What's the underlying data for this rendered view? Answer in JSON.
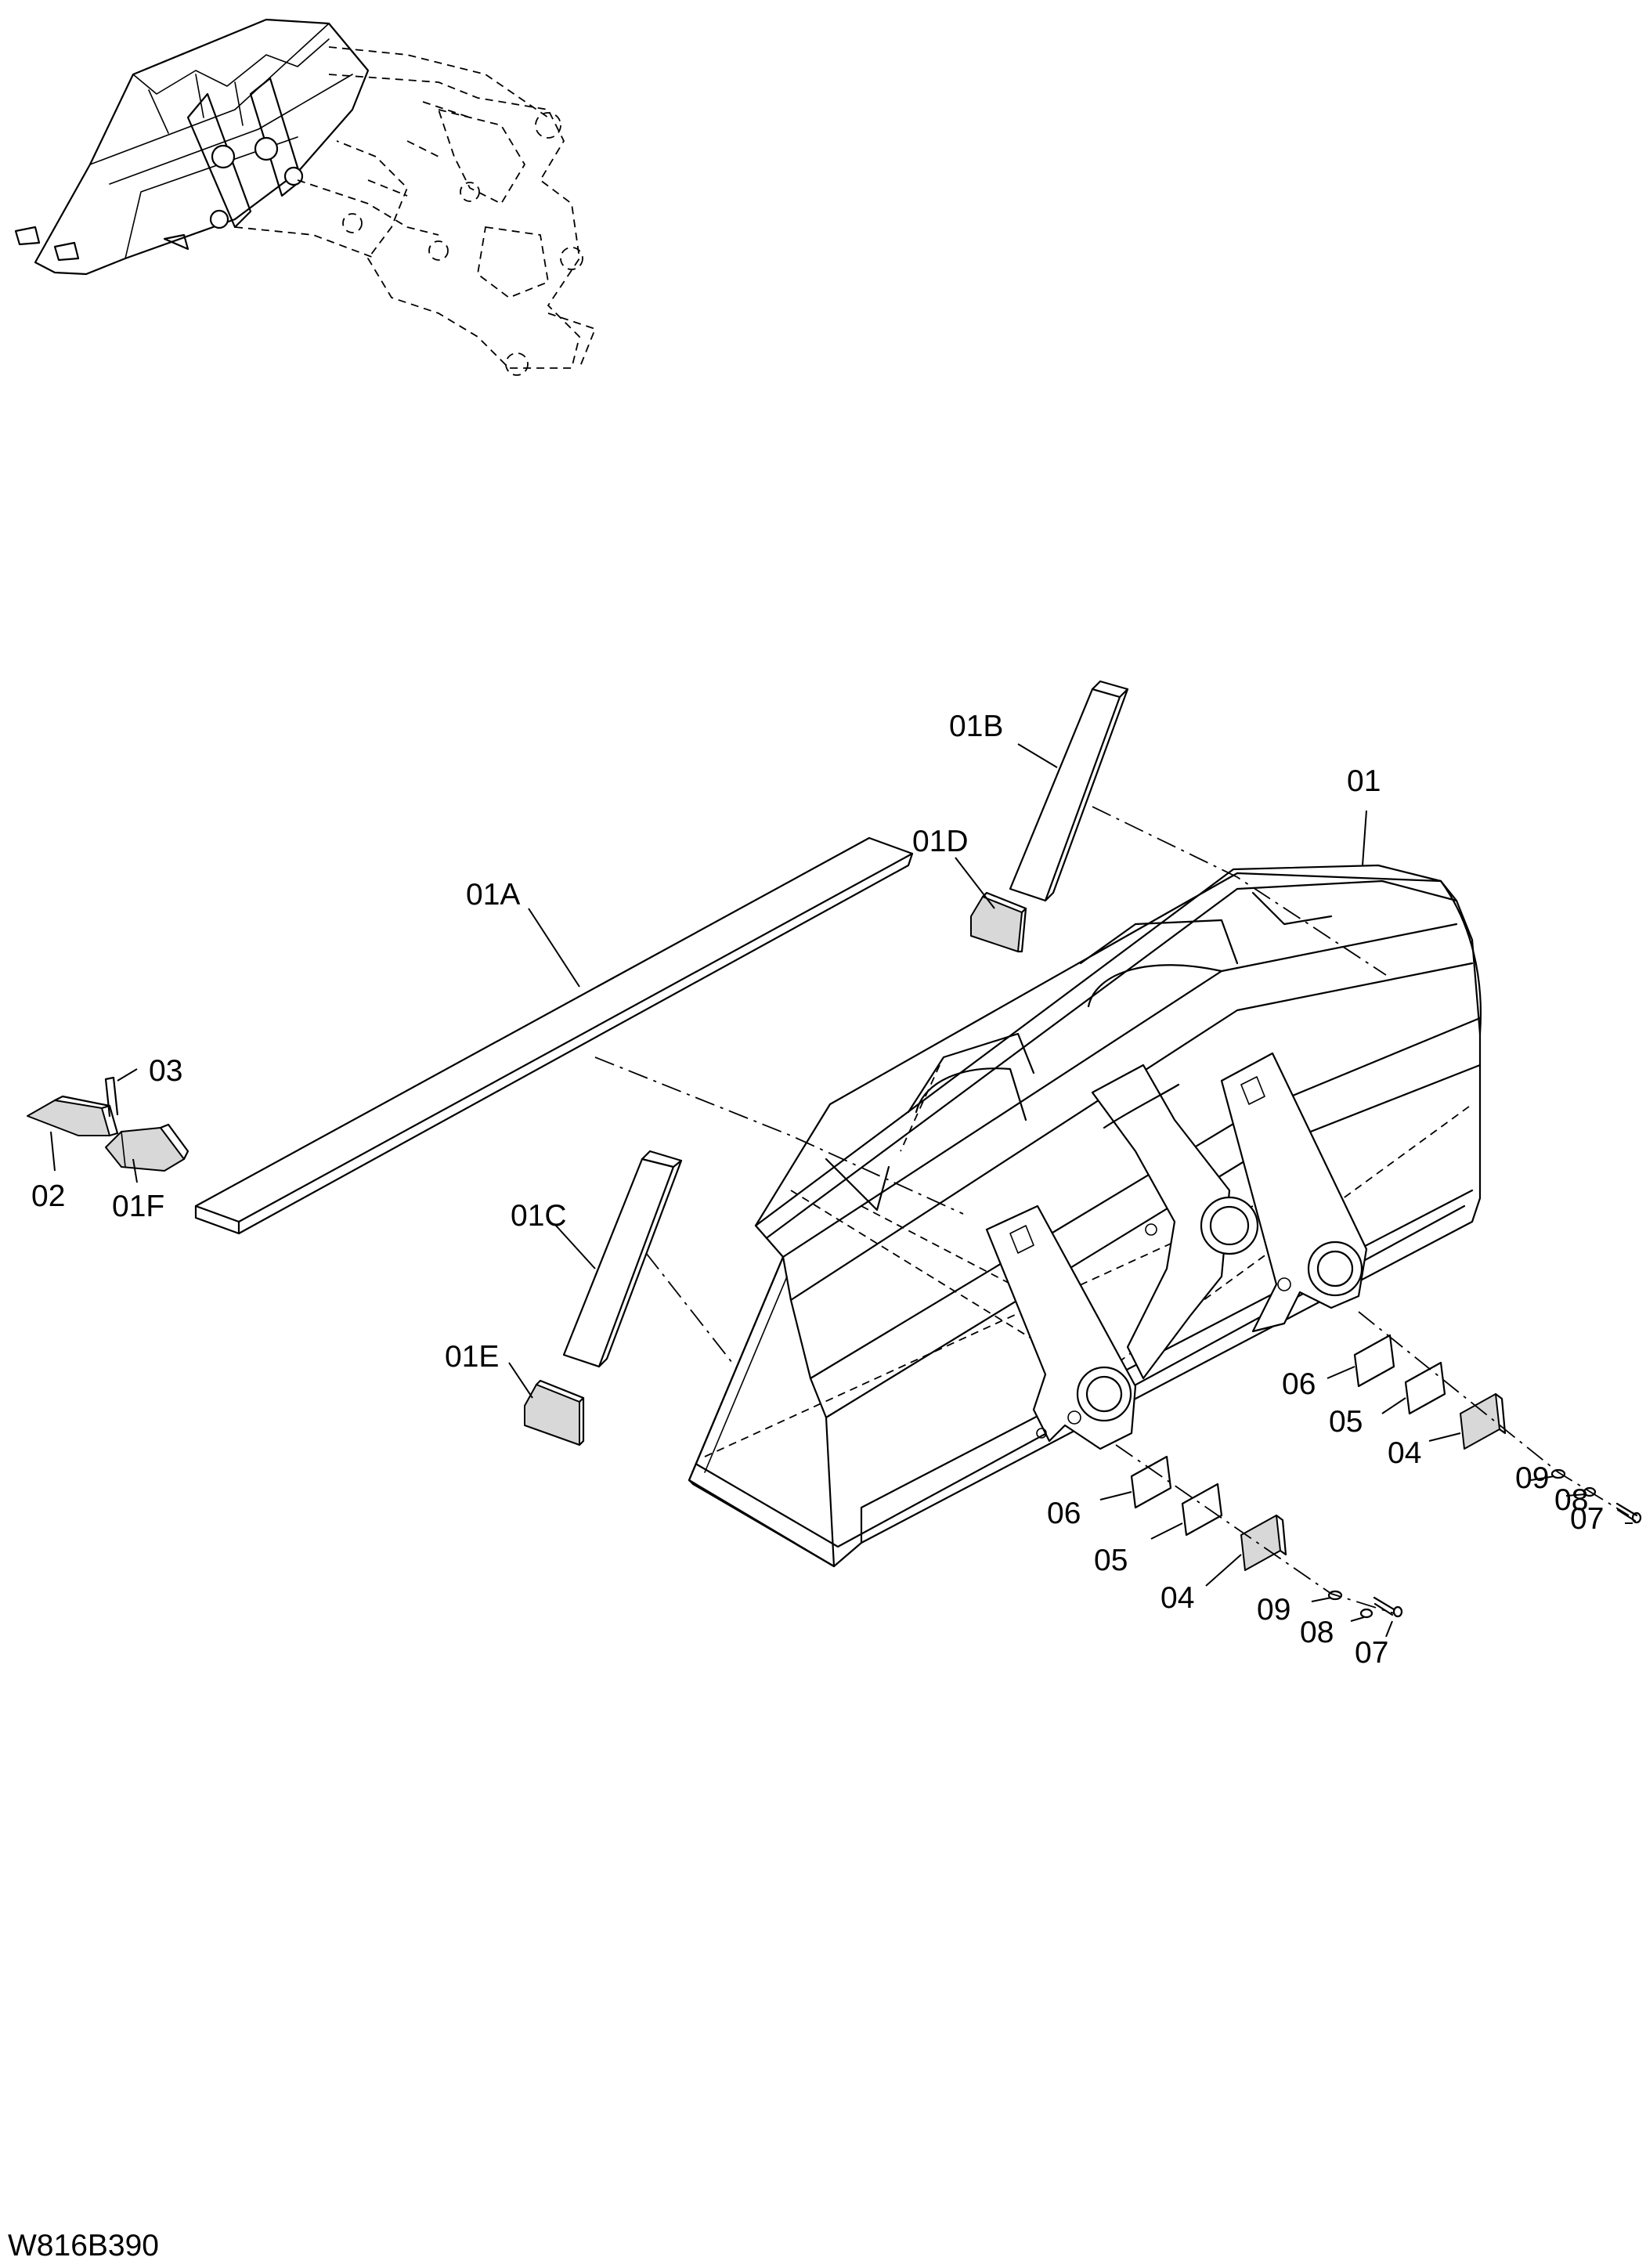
{
  "drawing_code": "W816B390",
  "labels": {
    "p01": "01",
    "p01A": "01A",
    "p01B": "01B",
    "p01C": "01C",
    "p01D": "01D",
    "p01E": "01E",
    "p01F": "01F",
    "p02": "02",
    "p03": "03",
    "p04a": "04",
    "p05a": "05",
    "p06a": "06",
    "p07a": "07",
    "p08a": "08",
    "p09a": "09",
    "p04b": "04",
    "p05b": "05",
    "p06b": "06",
    "p07b": "07",
    "p08b": "08",
    "p09b": "09"
  }
}
